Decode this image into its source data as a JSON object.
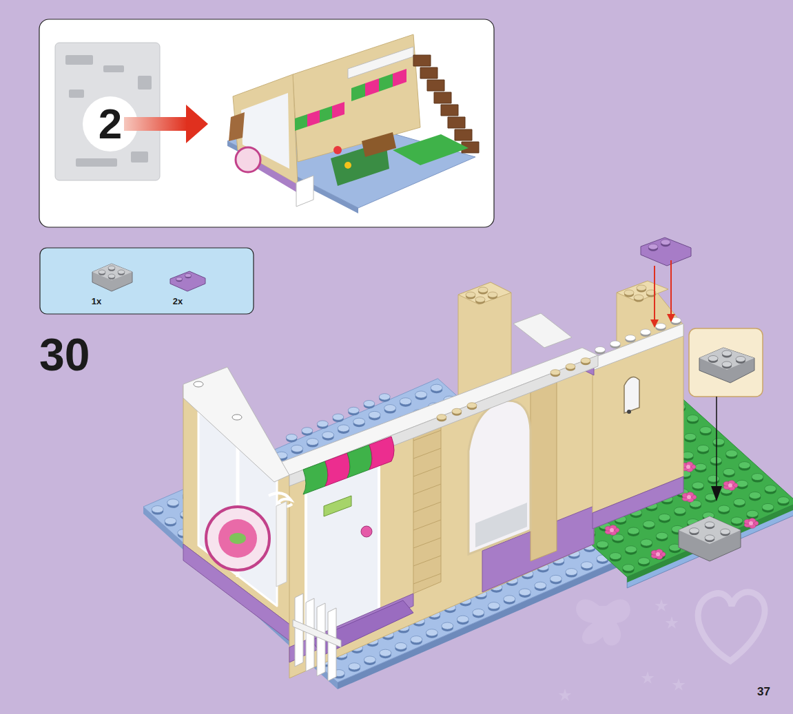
{
  "diagram": {
    "nodes": [
      {
        "text": [
          "2"
        ]
      },
      {
        "text": [
          "1x",
          "2x"
        ]
      }
    ],
    "labels": [
      "30",
      "37"
    ]
  }
}
